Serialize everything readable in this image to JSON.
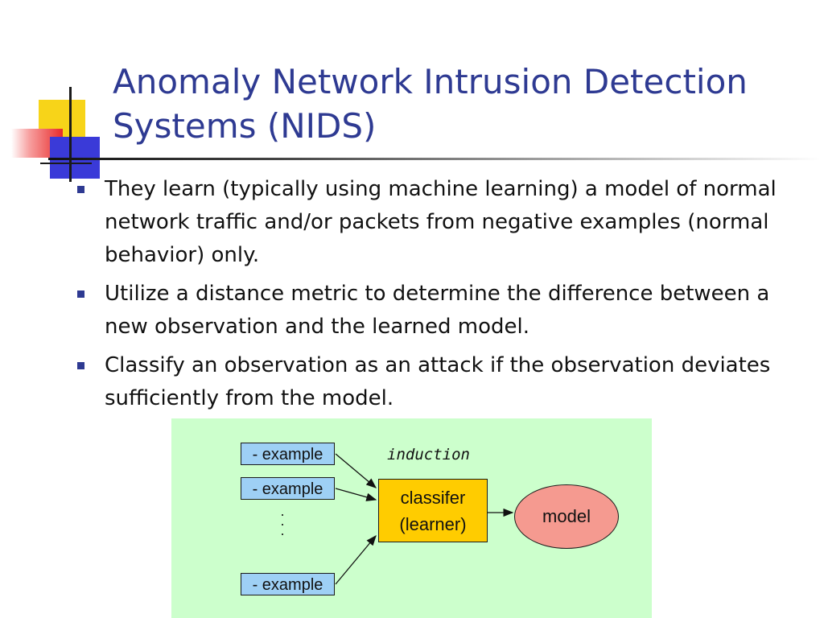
{
  "slide": {
    "title": "Anomaly Network Intrusion Detection Systems (NIDS)",
    "bullets": [
      "They learn (typically using machine learning) a model of normal network traffic and/or packets from negative examples (normal behavior) only.",
      "Utilize a distance metric to determine the difference between a new observation and the learned model.",
      "Classify an observation as an attack if the observation deviates sufficiently from the model."
    ]
  },
  "diagram": {
    "example_labels": [
      "- example",
      "- example",
      "- example"
    ],
    "ellipsis": ".\n.\n.",
    "induction_label": "induction",
    "classifier_lines": [
      "classifer",
      "(learner)"
    ],
    "model_label": "model"
  },
  "colors": {
    "title": "#2e3a92",
    "diagram_bg": "#ccffcc",
    "example_box": "#9ed0f5",
    "classifier_box": "#ffcc00",
    "model_ellipse": "#f59a90",
    "bullet": "#2e3a92"
  }
}
